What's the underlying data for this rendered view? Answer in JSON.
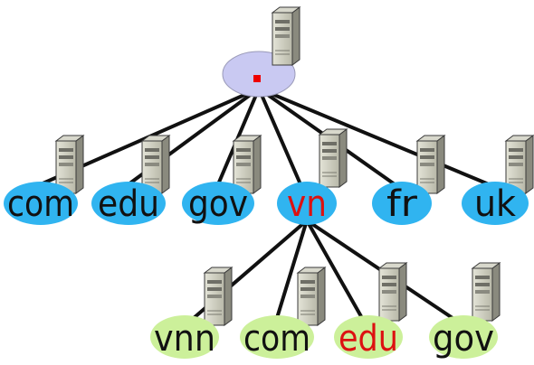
{
  "diagram": {
    "root": {
      "label": ".",
      "fill": "#c9c9f2",
      "label_color": "#ee0000"
    },
    "tld_fill": "#30b4f0",
    "sub_fill": "#ccf09a",
    "tlds": [
      {
        "id": "com",
        "label": "com",
        "color": "#111111"
      },
      {
        "id": "edu",
        "label": "edu",
        "color": "#111111"
      },
      {
        "id": "gov",
        "label": "gov",
        "color": "#111111"
      },
      {
        "id": "vn",
        "label": "vn",
        "color": "#dd1111",
        "highlight": true
      },
      {
        "id": "fr",
        "label": "fr",
        "color": "#111111"
      },
      {
        "id": "uk",
        "label": "uk",
        "color": "#111111"
      }
    ],
    "subdomains": [
      {
        "id": "vnn",
        "label": "vnn",
        "color": "#111111"
      },
      {
        "id": "com",
        "label": "com",
        "color": "#111111"
      },
      {
        "id": "edu",
        "label": "edu",
        "color": "#dd1111"
      },
      {
        "id": "gov",
        "label": "gov",
        "color": "#111111"
      }
    ],
    "server_icon": "server-icon"
  }
}
